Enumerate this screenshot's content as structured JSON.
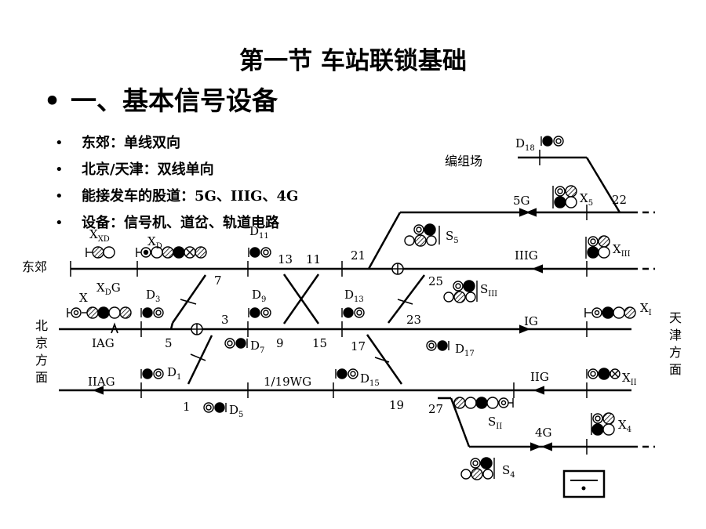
{
  "title": "第一节 车站联锁基础",
  "section": {
    "bullet": "•",
    "text": "一、基本信号设备"
  },
  "bullets": [
    {
      "bullet": "•",
      "text": "东郊：单线双向"
    },
    {
      "bullet": "•",
      "text": "北京/天津：双线单向"
    },
    {
      "bullet": "•",
      "text": "能接发车的股道：5G、IIIG、4G"
    },
    {
      "bullet": "•",
      "text": "设备：信号机、道岔、轨道电路"
    }
  ],
  "diagram": {
    "directions": {
      "dongjiao": "东郊",
      "beijing": "北京方面",
      "tianjin": "天津方面",
      "marshalling_yard": "编组场"
    },
    "tracks": {
      "t5G": "5G",
      "tIIIG": "IIIG",
      "tIG": "IG",
      "tIIG": "IIG",
      "t4G": "4G",
      "tIAG": "IAG",
      "tIIAG": "IIAG",
      "t119WG": "1/19WG"
    },
    "switches": {
      "s1": "1",
      "s3": "3",
      "s5": "5",
      "s7": "7",
      "s9": "9",
      "s11": "11",
      "s13": "13",
      "s15": "15",
      "s17": "17",
      "s19": "19",
      "s21": "21",
      "s22": "22",
      "s23": "23",
      "s25": "25",
      "s27": "27"
    },
    "signals": {
      "xd": {
        "main": "X",
        "sub": "XD"
      },
      "xd2": {
        "main": "X",
        "sub": "D"
      },
      "xdg": {
        "main": "X",
        "sub": "D",
        "tail": "G"
      },
      "x": {
        "main": "X"
      },
      "d1": {
        "main": "D",
        "sub": "1"
      },
      "d3": {
        "main": "D",
        "sub": "3"
      },
      "d5": {
        "main": "D",
        "sub": "5"
      },
      "d7": {
        "main": "D",
        "sub": "7"
      },
      "d9": {
        "main": "D",
        "sub": "9"
      },
      "d11": {
        "main": "D",
        "sub": "11"
      },
      "d13": {
        "main": "D",
        "sub": "13"
      },
      "d15": {
        "main": "D",
        "sub": "15"
      },
      "d17": {
        "main": "D",
        "sub": "17"
      },
      "d18": {
        "main": "D",
        "sub": "18"
      },
      "s5": {
        "main": "S",
        "sub": "5"
      },
      "siii": {
        "main": "S",
        "sub": "III"
      },
      "sii": {
        "main": "S",
        "sub": "II"
      },
      "s4": {
        "main": "S",
        "sub": "4"
      },
      "x5": {
        "main": "X",
        "sub": "5"
      },
      "xiii": {
        "main": "X",
        "sub": "III"
      },
      "xi": {
        "main": "X",
        "sub": "I"
      },
      "xii": {
        "main": "X",
        "sub": "II"
      },
      "x4": {
        "main": "X",
        "sub": "4"
      }
    }
  }
}
